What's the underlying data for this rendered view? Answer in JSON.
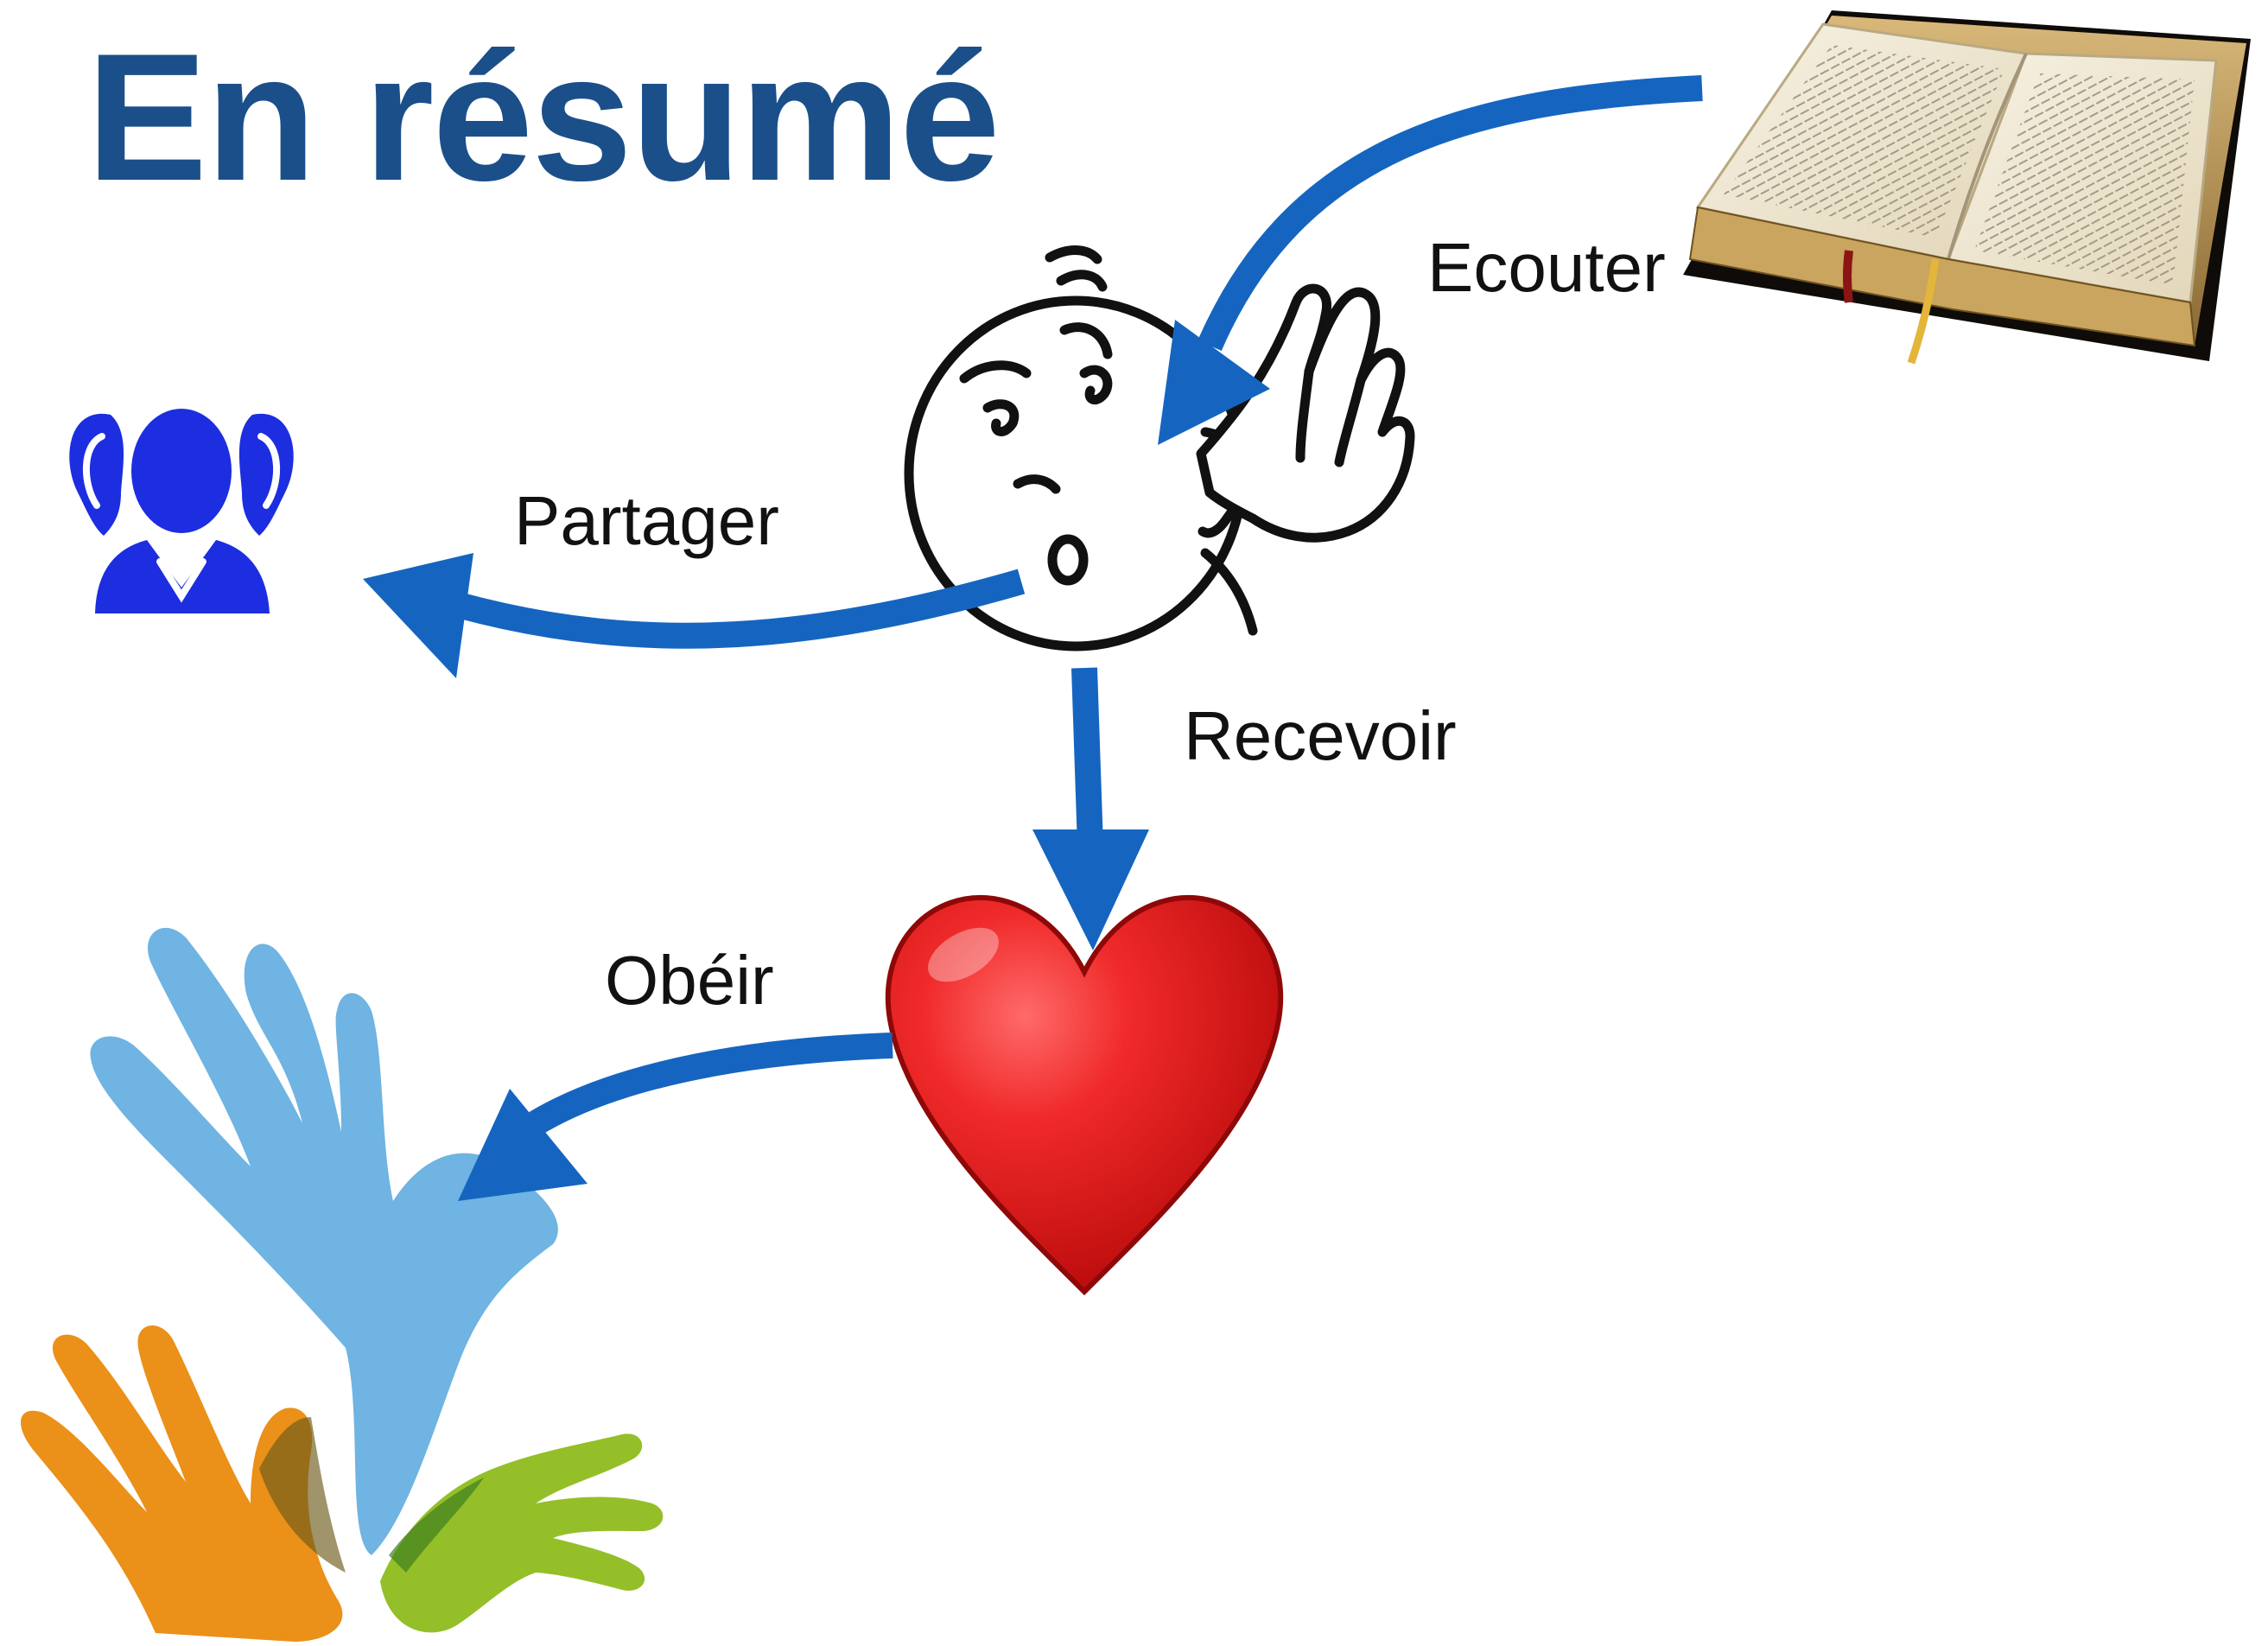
{
  "slide": {
    "title": "En résumé",
    "colors": {
      "title": "#1b4f8a",
      "arrow": "#1565c0",
      "heart": "#e01b1b",
      "listener_icon": "#1c2ee0",
      "hand_blue": "#6fb4e2",
      "hand_orange": "#ea8a0c",
      "hand_green": "#8ebc1c"
    }
  },
  "steps": {
    "ecouter": "Ecouter",
    "partager": "Partager",
    "recevoir": "Recevoir",
    "obeir": "Obéir"
  },
  "images": {
    "book": "open-bible-image",
    "person": "listening-person-icon",
    "listener": "ears-person-icon",
    "heart": "heart-icon",
    "hands": "hands-icon"
  }
}
